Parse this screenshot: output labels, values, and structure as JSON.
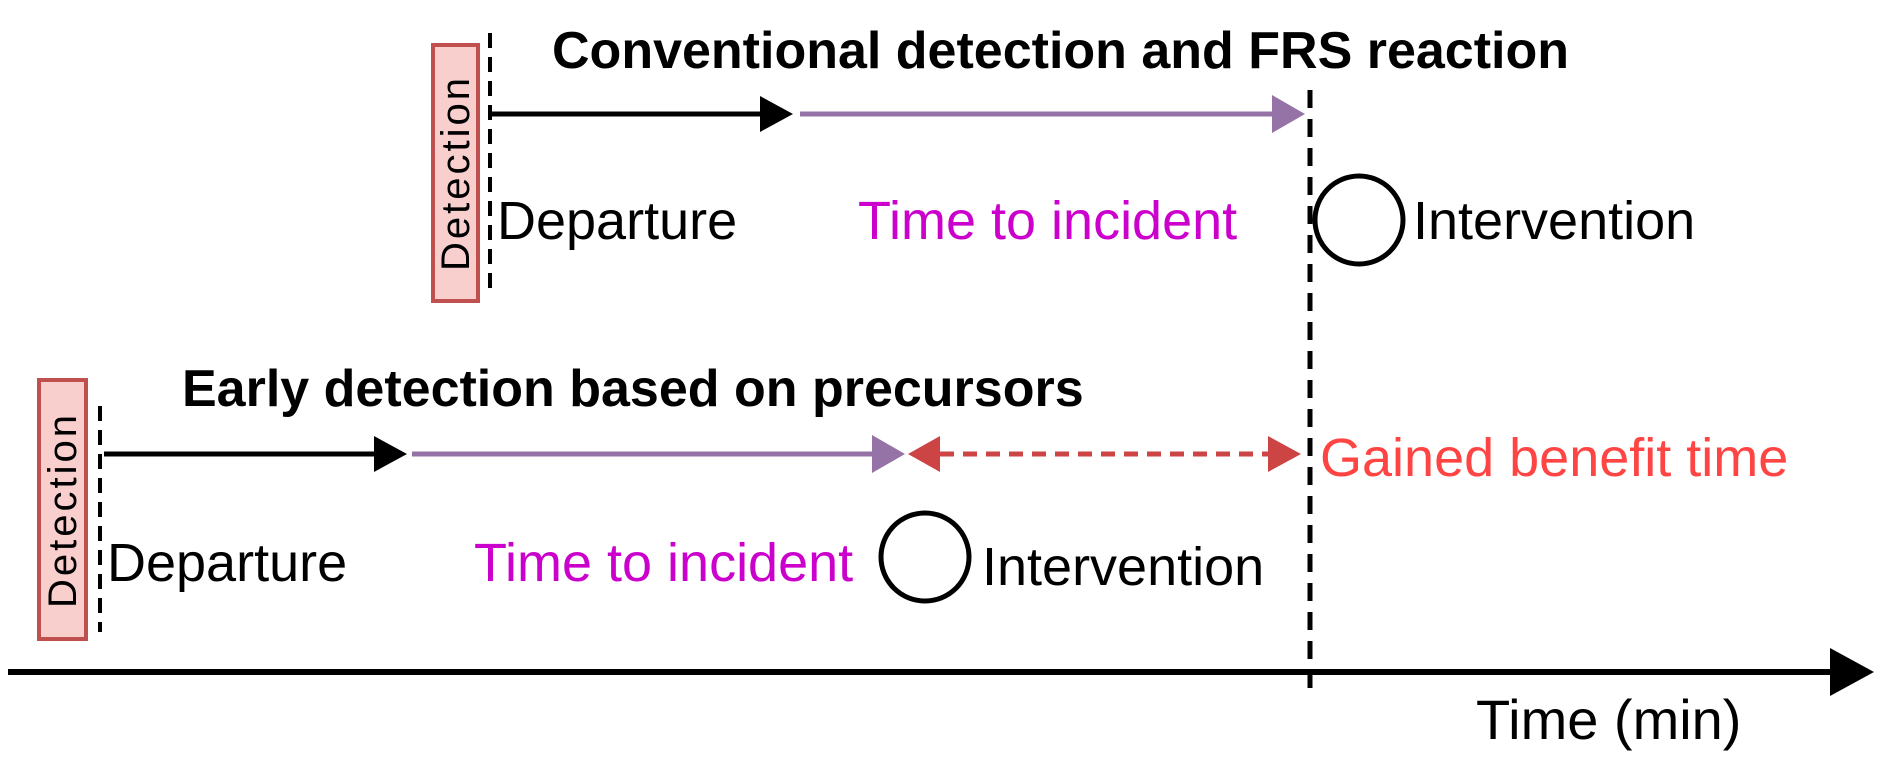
{
  "figure": {
    "type": "timeline-comparison-diagram",
    "axis_label": "Time (min)"
  },
  "colors": {
    "diagram_black": "#000000",
    "detection_box_fill": "#f9cfce",
    "detection_box_border": "#c0504d",
    "purple_arrow": "#9673a6",
    "magenta_text": "#cc00cc",
    "red_dashed_arrow": "#cc4444",
    "gained_benefit_text": "#ff4444"
  },
  "timelines": [
    {
      "title": "Conventional detection and FRS reaction",
      "detection_label": "Detection",
      "departure_label": "Departure",
      "time_to_incident_label": "Time to incident",
      "intervention_label": "Intervention"
    },
    {
      "title": "Early detection based on precursors",
      "detection_label": "Detection",
      "departure_label": "Departure",
      "time_to_incident_label": "Time to incident",
      "intervention_label": "Intervention",
      "gained_benefit_label": "Gained benefit time"
    }
  ]
}
